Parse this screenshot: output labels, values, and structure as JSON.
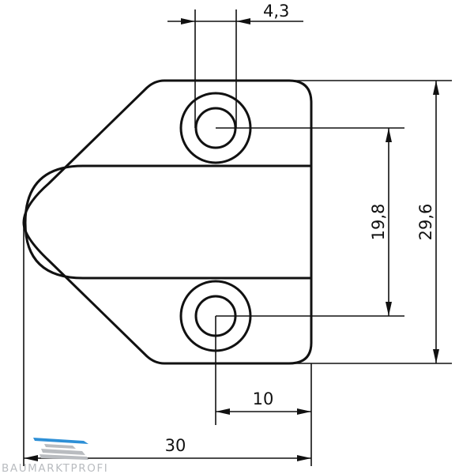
{
  "dimensions": {
    "hole_diameter": "4,3",
    "hole_spacing": "19,8",
    "overall_height": "29,6",
    "hole_offset": "10",
    "overall_width": "30"
  },
  "logo": {
    "text": "BAUMARKTPROFI",
    "accent_color": "#2d8fd6",
    "stripe_color": "#b9bcc0"
  },
  "colors": {
    "line": "#111111",
    "background": "#ffffff"
  }
}
